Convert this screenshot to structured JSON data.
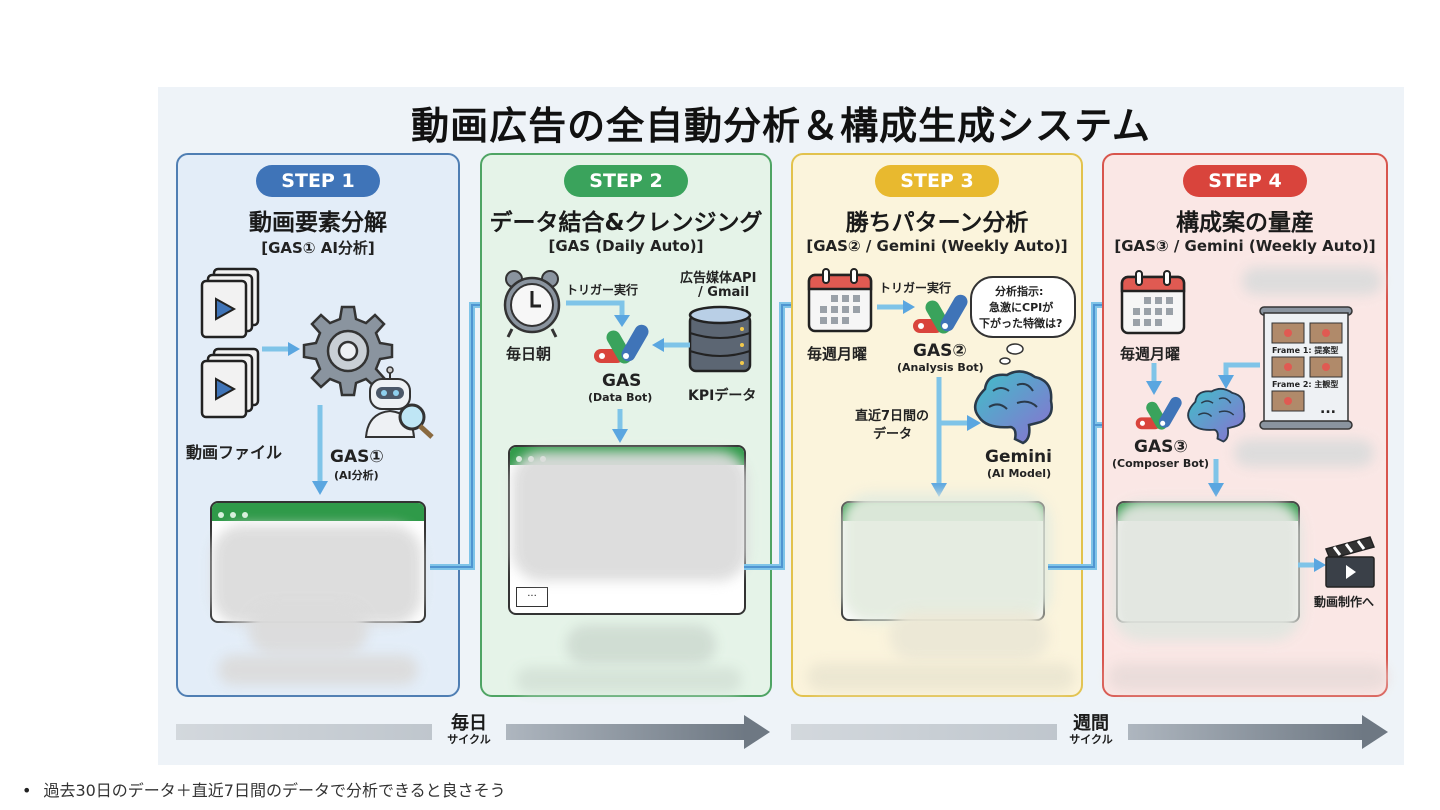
{
  "title": "動画広告の全自動分析＆構成生成システム",
  "colors": {
    "step1": "#3f74b8",
    "step2": "#3aa35c",
    "step3": "#e8b92f",
    "step4": "#d9443c",
    "arrow": "#5aa6e0"
  },
  "steps": [
    {
      "pill": "STEP 1",
      "title": "動画要素分解",
      "subtitle": "[GAS① AI分析]",
      "labels": {
        "video_files": "動画ファイル",
        "gas": "GAS①",
        "gas_sub": "(AI分析)"
      }
    },
    {
      "pill": "STEP 2",
      "title": "データ結合&クレンジング",
      "subtitle": "[GAS (Daily Auto)]",
      "labels": {
        "clock": "毎日朝",
        "trigger": "トリガー実行",
        "source": "広告媒体API",
        "source2": "/ Gmail",
        "gas": "GAS",
        "gas_sub": "(Data Bot)",
        "db": "KPIデータ",
        "cell": "..."
      }
    },
    {
      "pill": "STEP 3",
      "title": "勝ちパターン分析",
      "subtitle": "[GAS② / Gemini (Weekly Auto)]",
      "labels": {
        "calendar": "毎週月曜",
        "trigger": "トリガー実行",
        "gas": "GAS②",
        "gas_sub": "(Analysis Bot)",
        "bubble1": "分析指示:",
        "bubble2": "急激にCPIが",
        "bubble3": "下がった特徴は?",
        "data1": "直近7日間の",
        "data2": "データ",
        "gemini": "Gemini",
        "gemini_sub": "(AI Model)"
      }
    },
    {
      "pill": "STEP 4",
      "title": "構成案の量産",
      "subtitle": "[GAS③ / Gemini (Weekly Auto)]",
      "labels": {
        "calendar": "毎週月曜",
        "gas": "GAS③",
        "gas_sub": "(Composer Bot)",
        "frame1": "Frame 1:",
        "frame1_type": "提案型",
        "frame2": "Frame 2:",
        "frame2_type": "主観型",
        "more": "...",
        "production": "動画制作へ"
      }
    }
  ],
  "cycles": [
    {
      "label": "毎日",
      "sub": "サイクル"
    },
    {
      "label": "週間",
      "sub": "サイクル"
    }
  ],
  "note": "過去30日のデータ＋直近7日間のデータで分析できると良さそう"
}
